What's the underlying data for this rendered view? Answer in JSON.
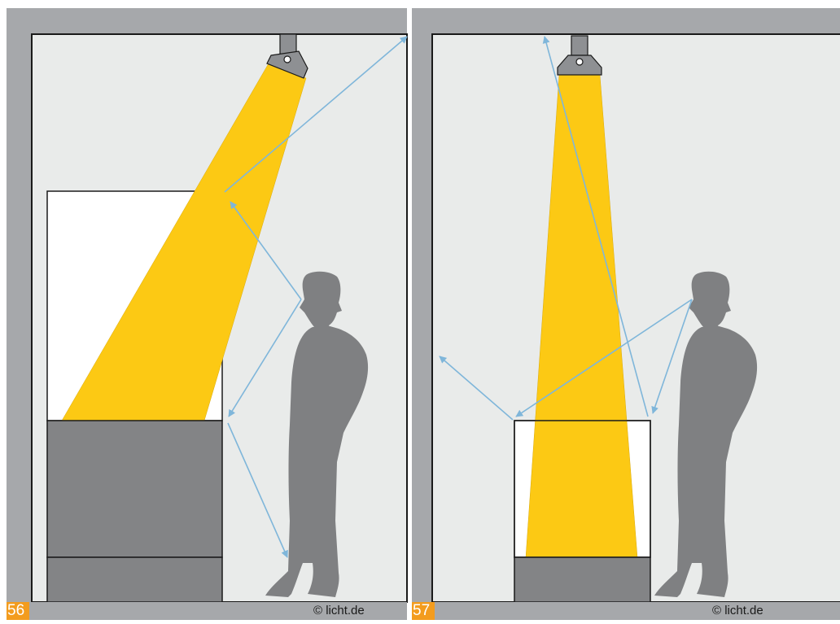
{
  "colors": {
    "frame": "#a6a8ab",
    "wall": "#e9ebea",
    "beam": "#fcc914",
    "furniture": "#838486",
    "silhouette": "#7f8082",
    "luminaire": "#8e9093",
    "sight_arrow": "#7fb6da",
    "badge": "#f39c1e",
    "outline": "#1a1a1a"
  },
  "icons": {
    "luminaire": "ceiling-spotlight-icon",
    "person": "standing-person-silhouette"
  },
  "panels": [
    {
      "figure_number": "56",
      "credit": "© licht.de"
    },
    {
      "figure_number": "57",
      "credit": "© licht.de"
    }
  ]
}
